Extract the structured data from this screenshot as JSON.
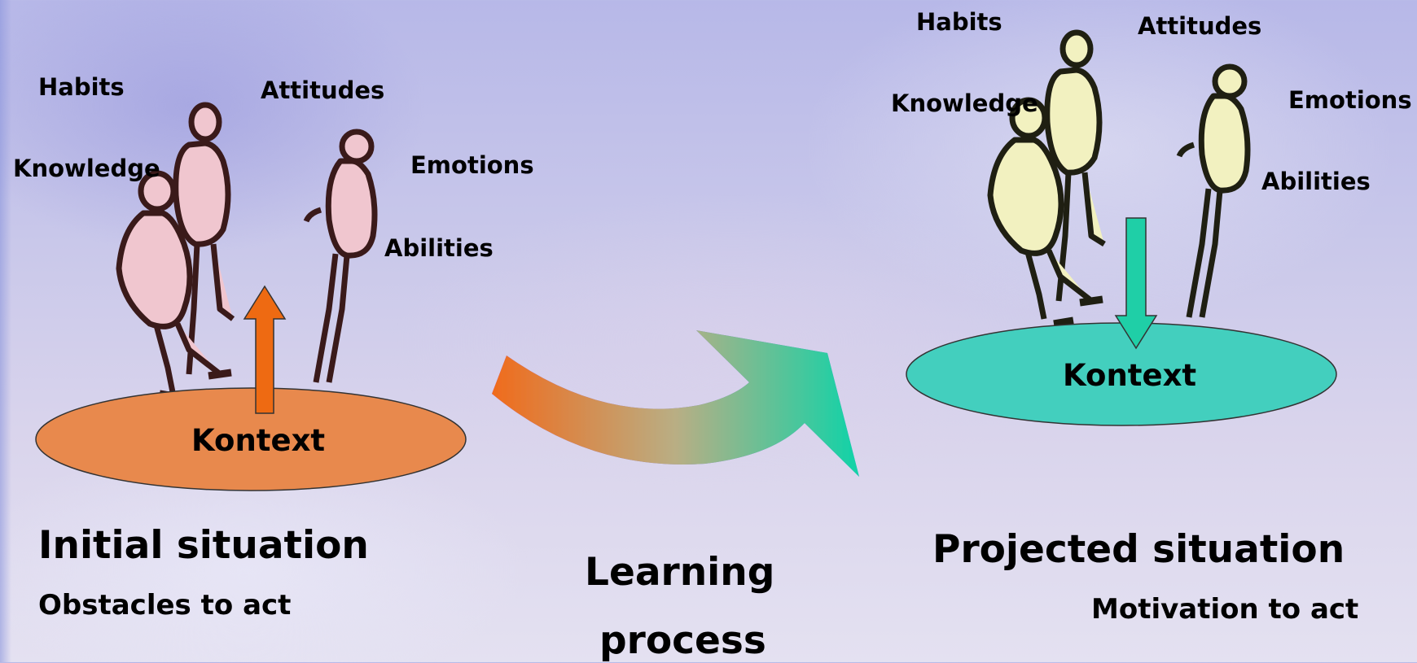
{
  "left": {
    "habits": "Habits",
    "attitudes": "Attitudes",
    "knowledge": "Knowledge",
    "emotions": "Emotions",
    "abilities": "Abilities",
    "context": "Kontext",
    "title": "Initial situation",
    "subtitle": "Obstacles to act"
  },
  "middle": {
    "line1": "Learning",
    "line2": "process"
  },
  "right": {
    "habits": "Habits",
    "attitudes": "Attitudes",
    "knowledge": "Knowledge",
    "emotions": "Emotions",
    "abilities": "Abilities",
    "context": "Kontext",
    "title": "Projected situation",
    "subtitle": "Motivation to act"
  },
  "colors": {
    "left_context": "#e8894d",
    "left_arrow": "#ee6a12",
    "right_context": "#43cfbe",
    "right_arrow": "#1fcfa7",
    "curved_arrow_start": "#f06b1c",
    "curved_arrow_end": "#10d3a8"
  }
}
